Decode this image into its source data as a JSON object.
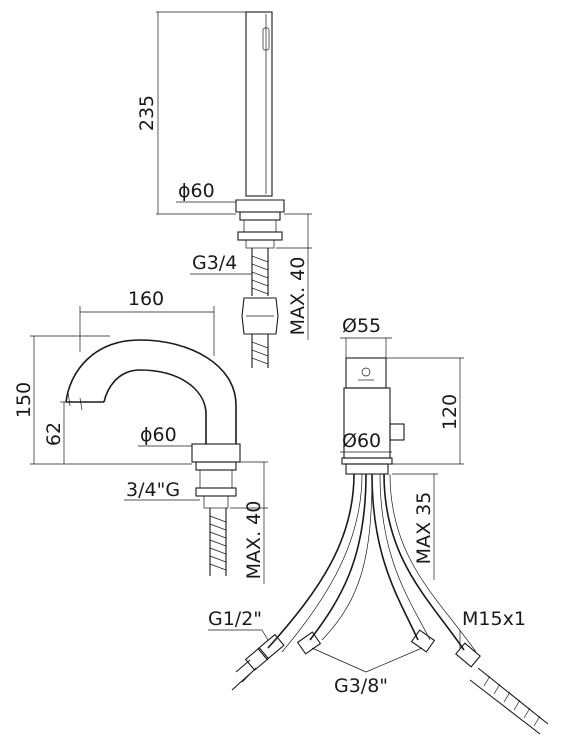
{
  "drawing": {
    "hand_shower": {
      "height": "235",
      "base_diameter": "ϕ60",
      "thread": "G3/4",
      "max_depth": "MAX. 40"
    },
    "spout": {
      "reach": "160",
      "height": "150",
      "outlet_height": "62",
      "base_diameter": "ϕ60",
      "thread": "3/4\"G",
      "max_depth": "MAX. 40"
    },
    "mixer": {
      "top_diameter": "Ø55",
      "base_diameter": "Ø60",
      "height": "120",
      "max_depth": "MAX 35",
      "inlet_left": "G1/2\"",
      "inlet_right": "M15x1",
      "connections": "G3/8\""
    }
  }
}
